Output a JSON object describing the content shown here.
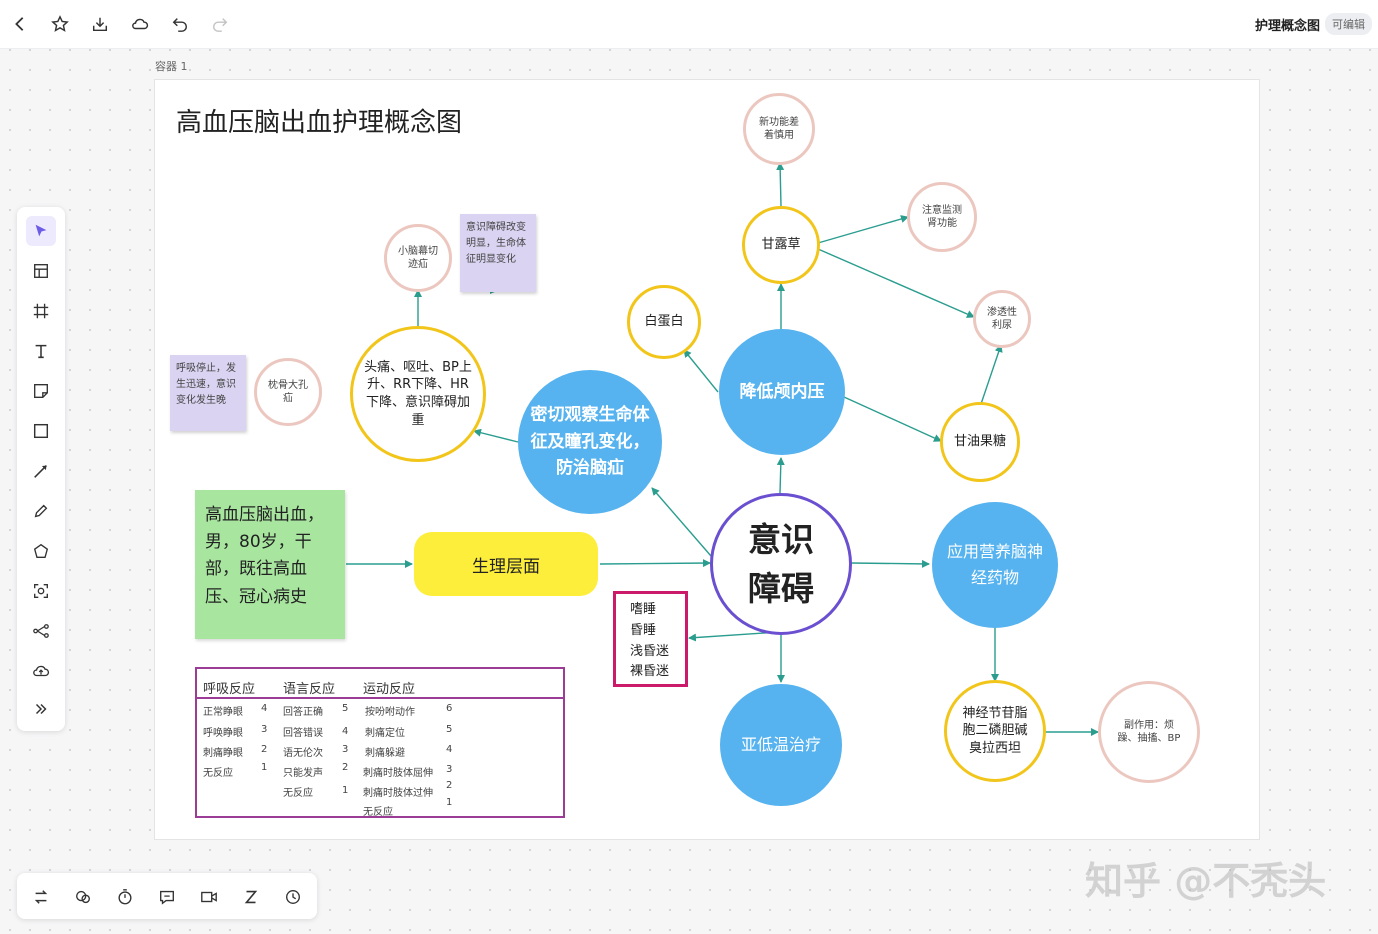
{
  "header": {
    "doc_title": "护理概念图",
    "edit_badge": "可编辑",
    "buttons": [
      "back",
      "star",
      "download",
      "cloud",
      "undo",
      "redo"
    ]
  },
  "container_label": "容器 1",
  "diagram": {
    "title": "高血压脑出血护理概念图",
    "center": [
      "意识",
      "障碍"
    ],
    "patient_box": "高血压脑出血，男，80岁，干部，既往高血压、冠心病史",
    "physiology": "生理层面",
    "observe": "密切观察生命体征及瞳孔变化，防治脑疝",
    "symptoms": "头痛、呕吐、BP上升、RR下降、HR下降、意识障碍加重",
    "cerebellar": "小脑幕切迹疝",
    "note_consciousness": "意识障碍改变明显，生命体征明显变化",
    "occipital": "枕骨大孔疝",
    "note_breathing": "呼吸停止，发生迅速，意识变化发生晚",
    "icp": "降低颅内压",
    "mannitol": "甘露草",
    "renal_poor": "新功能差着慎用",
    "renal_monitor": "注意监测肾功能",
    "osmotic": "渗透性利尿",
    "albumin": "白蛋白",
    "glycerol": "甘油果糖",
    "neuro_drug": "应用营养脑神经药物",
    "citicoline": "神经节苷脂胞二磷胆碱臭拉西坦",
    "side_effect": "副作用：烦躁、抽搐、BP",
    "hypothermia": "亚低温治疗",
    "consciousness_levels": [
      "嗜睡",
      "昏睡",
      "浅昏迷",
      "裸昏迷"
    ]
  },
  "gcs_table": {
    "headers": [
      "呼吸反应",
      "语言反应",
      "运动反应"
    ],
    "col1": [
      "正常睁眼",
      "呼唤睁眼",
      "刺痛睁眼",
      "无反应"
    ],
    "col1_scores": [
      "4",
      "3",
      "2",
      "1"
    ],
    "col2": [
      "回答正确",
      "回答错误",
      "语无伦次",
      "只能发声",
      "无反应"
    ],
    "col2_scores": [
      "5",
      "4",
      "3",
      "2",
      "1"
    ],
    "col3": [
      "按吩咐动作",
      "刺痛定位",
      "刺痛躲避",
      "刺痛时肢体屈伸",
      "刺痛时肢体过伸",
      "无反应"
    ],
    "col3_scores": [
      "6",
      "5",
      "4",
      "3",
      "2",
      "1"
    ]
  },
  "watermark": "知乎 @不秃头",
  "colors": {
    "blue": "#56b3ef",
    "yellow": "#f2c51b",
    "pink": "#ecc7bf",
    "purple_border": "#6a4fd0",
    "green_box": "#a8e6a0",
    "yellow_box": "#fcee3a",
    "red_box": "#cc1a6a",
    "edge": "#2a9d8f",
    "accent": "#6c5ce7"
  }
}
